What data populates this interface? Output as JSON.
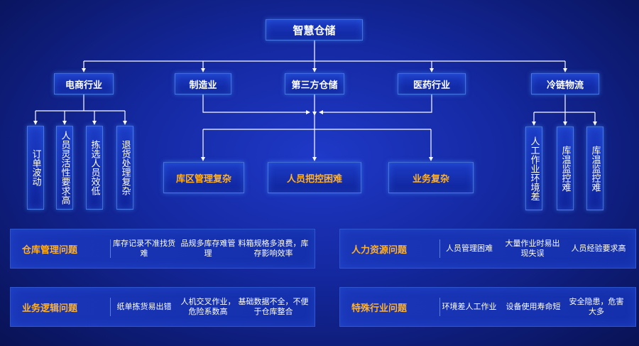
{
  "root": {
    "label": "智慧仓储"
  },
  "industries": [
    {
      "key": "ecommerce",
      "label": "电商行业"
    },
    {
      "key": "manufacturing",
      "label": "制造业"
    },
    {
      "key": "third_party",
      "label": "第三方仓储"
    },
    {
      "key": "pharma",
      "label": "医药行业"
    },
    {
      "key": "cold_chain",
      "label": "冷链物流"
    }
  ],
  "ecommerce_issues": [
    "订单波动",
    "人员灵活性要求高",
    "拣选人员效低",
    "退货处理复杂"
  ],
  "core_issues": [
    "库区管理复杂",
    "人员把控困难",
    "业务复杂"
  ],
  "cold_chain_issues": [
    "人工作业环境差",
    "库温监控难",
    "库温监控难"
  ],
  "panels": [
    {
      "title": "仓库管理问题",
      "items": [
        "库存记录不准找货难",
        "品规多库存难管理",
        "料箱规格多浪费，库存影响效率"
      ]
    },
    {
      "title": "人力资源问题",
      "items": [
        "人员管理困难",
        "大量作业时易出现失误",
        "人员经验要求高"
      ]
    },
    {
      "title": "业务逻辑问题",
      "items": [
        "纸单拣货易出错",
        "人机交叉作业，危险系数高",
        "基础数据不全，不便于仓库整合"
      ]
    },
    {
      "title": "特殊行业问题",
      "items": [
        "环境差人工作业",
        "设备使用寿命短",
        "安全隐患，危害大多"
      ]
    }
  ],
  "colors": {
    "accent": "#ffb12a",
    "line": "#ffffff",
    "box": "#1c3cc6"
  }
}
